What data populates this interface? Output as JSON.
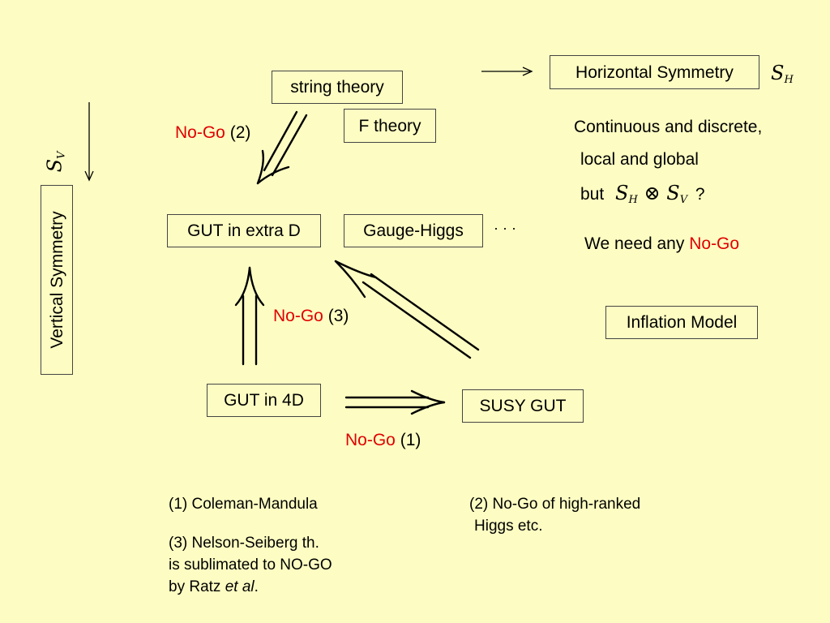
{
  "boxes": {
    "horizontal_symmetry": "Horizontal Symmetry",
    "string_theory": "string theory",
    "f_theory": "F theory",
    "gut_extra_d": "GUT in extra D",
    "gauge_higgs": "Gauge-Higgs",
    "inflation_model": "Inflation Model",
    "gut_4d": "GUT in 4D",
    "susy_gut": "SUSY GUT",
    "vertical_symmetry": "Vertical Symmetry"
  },
  "math": {
    "s_h": {
      "base": "S",
      "sub": "H"
    },
    "s_v": {
      "base": "S",
      "sub": "V"
    },
    "otimes": "⊗",
    "ellipsis": "· · ·"
  },
  "labels": {
    "nogo": "No-Go",
    "nogo2_num": "(2)",
    "nogo3_num": "(3)",
    "nogo1_num": "(1)"
  },
  "right_text": {
    "line1": "Continuous and discrete,",
    "line2": "local and global",
    "line3_prefix": "but",
    "line3_suffix": "?",
    "need_prefix": "We need any",
    "need_red": "No-Go"
  },
  "footnotes": {
    "fn1": "(1) Coleman-Mandula",
    "fn2_line1": "(2) No-Go of high-ranked",
    "fn2_line2": "Higgs etc.",
    "fn3_line1": "(3) Nelson-Seiberg th.",
    "fn3_line2": "is sublimated to NO-GO",
    "fn3_line3_prefix": "by Ratz",
    "fn3_line3_italic": "et al",
    "fn3_line3_suffix": "."
  }
}
